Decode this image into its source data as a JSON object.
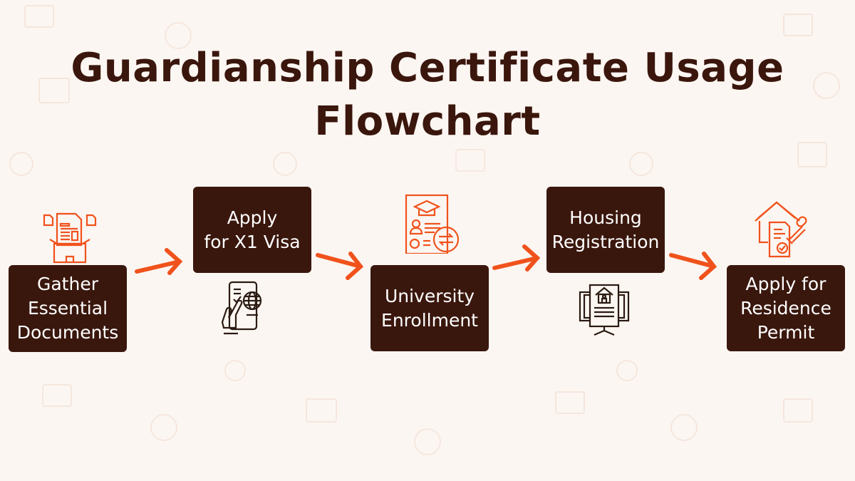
{
  "title": {
    "line1": "Guardianship Certificate Usage",
    "line2": "Flowchart"
  },
  "colors": {
    "background": "#fcf6f2",
    "box": "#3a170d",
    "title": "#3a160c",
    "accent": "#f0521c",
    "icon_dark": "#2a1a12"
  },
  "steps": [
    {
      "lines": [
        "Gather",
        "Essential",
        "Documents"
      ],
      "icon": "documents-box-icon"
    },
    {
      "lines": [
        "Apply",
        "for X1 Visa"
      ],
      "icon": "phone-visa-globe-icon"
    },
    {
      "lines": [
        "University",
        "Enrollment"
      ],
      "icon": "graduation-certificate-icon"
    },
    {
      "lines": [
        "Housing",
        "Registration"
      ],
      "icon": "house-registration-monitor-icon"
    },
    {
      "lines": [
        "Apply for",
        "Residence",
        "Permit"
      ],
      "icon": "residence-permit-stamp-icon"
    }
  ]
}
